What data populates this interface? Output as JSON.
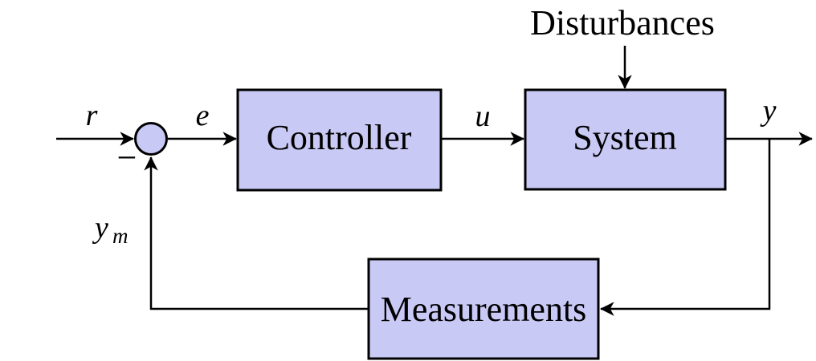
{
  "diagram": {
    "blocks": {
      "controller": {
        "label": "Controller"
      },
      "system": {
        "label": "System"
      },
      "measurements": {
        "label": "Measurements"
      }
    },
    "signals": {
      "reference": "r",
      "error": "e",
      "control": "u",
      "output": "y",
      "measured_base": "y",
      "measured_subscript": "m",
      "minus": "−"
    },
    "annotations": {
      "disturbances": "Disturbances"
    },
    "colors": {
      "block_fill": "#c9c9f6",
      "line": "#000000",
      "background": "#ffffff"
    }
  }
}
